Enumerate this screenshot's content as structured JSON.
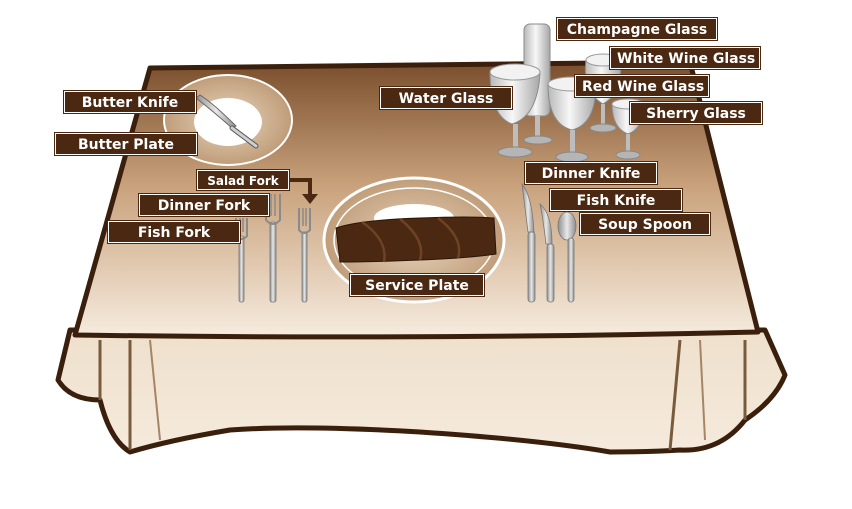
{
  "colors": {
    "label_bg": "#4a2812",
    "label_text": "#ffffff",
    "cloth_dark": "#7a4e2c",
    "cloth_light": "#f3e7d6",
    "outline": "#3a1f0c",
    "napkin": "#4a2812"
  },
  "labels": {
    "champagne_glass": "Champagne Glass",
    "white_wine_glass": "White Wine Glass",
    "water_glass": "Water Glass",
    "red_wine_glass": "Red Wine Glass",
    "sherry_glass": "Sherry Glass",
    "butter_knife": "Butter Knife",
    "butter_plate": "Butter Plate",
    "salad_fork": "Salad Fork",
    "dinner_fork": "Dinner Fork",
    "fish_fork": "Fish Fork",
    "dinner_knife": "Dinner Knife",
    "fish_knife": "Fish Knife",
    "soup_spoon": "Soup Spoon",
    "service_plate": "Service Plate"
  }
}
